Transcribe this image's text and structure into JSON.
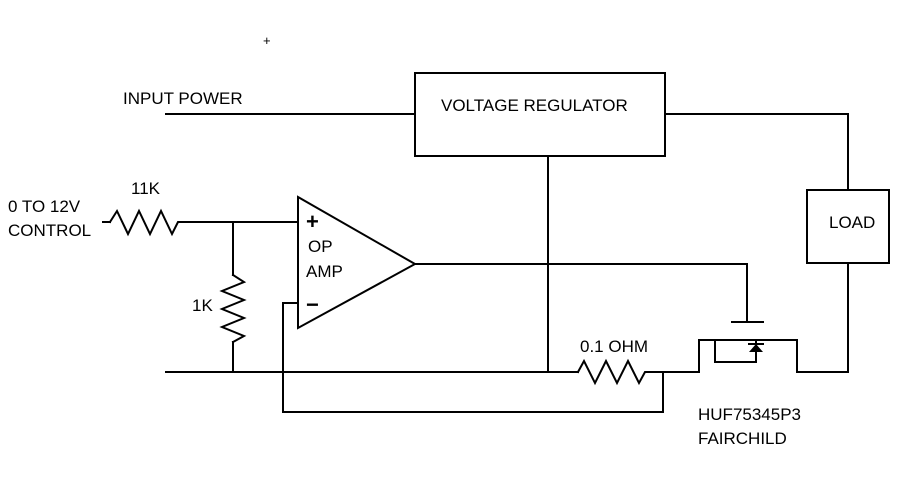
{
  "labels": {
    "input_power": "INPUT POWER",
    "voltage_regulator": "VOLTAGE REGULATOR",
    "control_line1": "0 TO 12V",
    "control_line2": "CONTROL",
    "r_input": "11K",
    "r_ground": "1K",
    "opamp_line1": "OP",
    "opamp_line2": "AMP",
    "opamp_plus": "+",
    "opamp_minus": "−",
    "r_sense": "0.1 OHM",
    "load": "LOAD",
    "mosfet_part": "HUF75345P3",
    "mosfet_maker": "FAIRCHILD",
    "stray_mark": "+"
  }
}
